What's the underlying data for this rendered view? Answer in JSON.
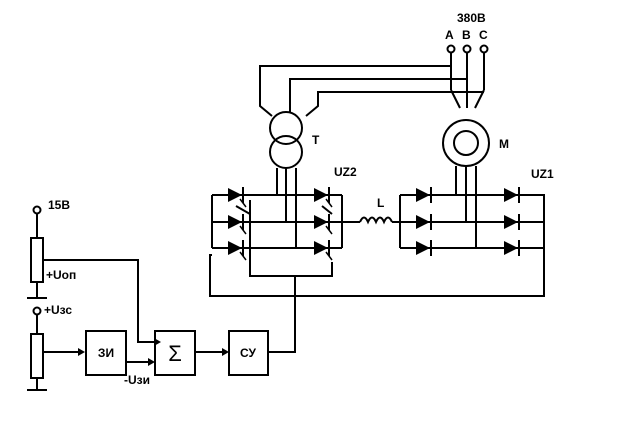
{
  "supply": {
    "voltage": "380В",
    "phase_a": "A",
    "phase_b": "B",
    "phase_c": "C"
  },
  "transformer": {
    "label": "T"
  },
  "motor": {
    "label": "M"
  },
  "converter_left": {
    "label": "UZ2"
  },
  "converter_right": {
    "label": "UZ1"
  },
  "choke": {
    "label": "L"
  },
  "reference": {
    "supply_label": "15В",
    "pot_output_label": "+Uоп"
  },
  "speed_ref": {
    "label": "+Uзс"
  },
  "ramp": {
    "label": "ЗИ",
    "output_label": "-Uзи"
  },
  "summer": {
    "symbol": "Σ"
  },
  "control": {
    "label": "СУ"
  },
  "colors": {
    "line": "#000000",
    "background": "#ffffff"
  }
}
